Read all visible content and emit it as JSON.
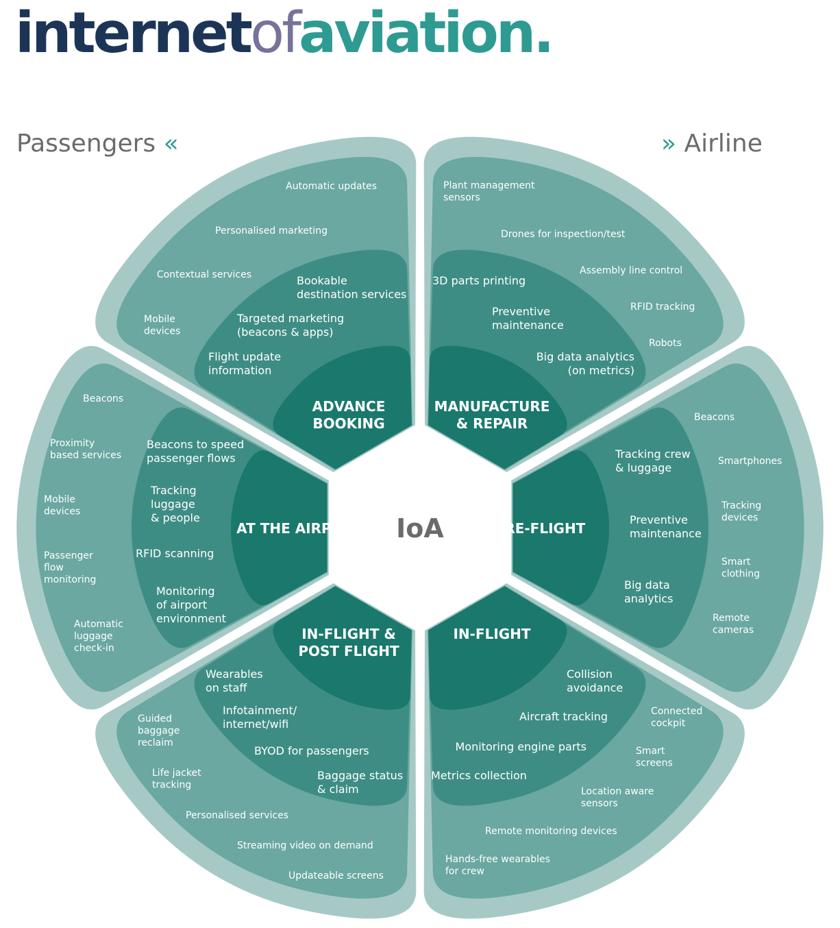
{
  "logo": {
    "part1": "internet",
    "part2": "of",
    "part3": "aviation."
  },
  "labels": {
    "passengers": "Passengers",
    "passengers_chev": "«",
    "airline_chev": "»",
    "airline": "Airline"
  },
  "center": "IoA",
  "colors": {
    "outer_band": "#a6c9c6",
    "outer": "#6aa8a1",
    "middle": "#3e8d84",
    "inner": "#1a786c",
    "navy": "#1c3557",
    "teal": "#2e9b92"
  },
  "segments": [
    {
      "id": "advance-booking",
      "title": [
        "ADVANCE",
        "BOOKING"
      ],
      "middle": [
        [
          "Bookable",
          "destination services"
        ],
        [
          "Targeted marketing",
          "(beacons & apps)"
        ],
        [
          "Flight update",
          "information"
        ]
      ],
      "outer": [
        [
          "Automatic updates"
        ],
        [
          "Personalised marketing"
        ],
        [
          "Contextual services"
        ],
        [
          "Mobile",
          "devices"
        ]
      ]
    },
    {
      "id": "manufacture-repair",
      "title": [
        "MANUFACTURE",
        "& REPAIR"
      ],
      "middle": [
        [
          "3D parts printing"
        ],
        [
          "Preventive",
          "maintenance"
        ],
        [
          "Big data analytics",
          "(on metrics)"
        ]
      ],
      "outer": [
        [
          "Plant management",
          "sensors"
        ],
        [
          "Drones for inspection/test"
        ],
        [
          "Assembly line control"
        ],
        [
          "RFID tracking"
        ],
        [
          "Robots"
        ]
      ]
    },
    {
      "id": "pre-flight",
      "title": [
        "PRE-FLIGHT"
      ],
      "middle": [
        [
          "Tracking crew",
          "& luggage"
        ],
        [
          "Preventive",
          "maintenance"
        ],
        [
          "Big data",
          "analytics"
        ]
      ],
      "outer": [
        [
          "Beacons"
        ],
        [
          "Smartphones"
        ],
        [
          "Tracking",
          "devices"
        ],
        [
          "Smart",
          "clothing"
        ],
        [
          "Remote",
          "cameras"
        ]
      ]
    },
    {
      "id": "in-flight",
      "title": [
        "IN-FLIGHT"
      ],
      "middle": [
        [
          "Collision",
          "avoidance"
        ],
        [
          "Aircraft tracking"
        ],
        [
          "Monitoring engine parts"
        ],
        [
          "Metrics collection"
        ]
      ],
      "outer": [
        [
          "Connected",
          "cockpit"
        ],
        [
          "Smart",
          "screens"
        ],
        [
          "Location aware",
          "sensors"
        ],
        [
          "Remote monitoring devices"
        ],
        [
          "Hands-free wearables",
          "for crew"
        ]
      ]
    },
    {
      "id": "in-flight-post-flight",
      "title": [
        "IN-FLIGHT &",
        "POST FLIGHT"
      ],
      "middle": [
        [
          "Wearables",
          "on staff"
        ],
        [
          "Infotainment/",
          "internet/wifi"
        ],
        [
          "BYOD for passengers"
        ],
        [
          "Baggage status",
          "& claim"
        ]
      ],
      "outer": [
        [
          "Guided",
          "baggage",
          "reclaim"
        ],
        [
          "Life jacket",
          "tracking"
        ],
        [
          "Personalised services"
        ],
        [
          "Streaming video on demand"
        ],
        [
          "Updateable screens"
        ]
      ]
    },
    {
      "id": "at-the-airport",
      "title": [
        "AT THE AIRPORT"
      ],
      "middle": [
        [
          "Beacons to speed",
          "passenger flows"
        ],
        [
          "Tracking",
          "luggage",
          "& people"
        ],
        [
          "RFID scanning"
        ],
        [
          "Monitoring",
          "of airport",
          "environment"
        ]
      ],
      "outer": [
        [
          "Beacons"
        ],
        [
          "Proximity",
          "based services"
        ],
        [
          "Mobile",
          "devices"
        ],
        [
          "Passenger",
          "flow",
          "monitoring"
        ],
        [
          "Automatic",
          "luggage",
          "check-in"
        ]
      ]
    }
  ]
}
